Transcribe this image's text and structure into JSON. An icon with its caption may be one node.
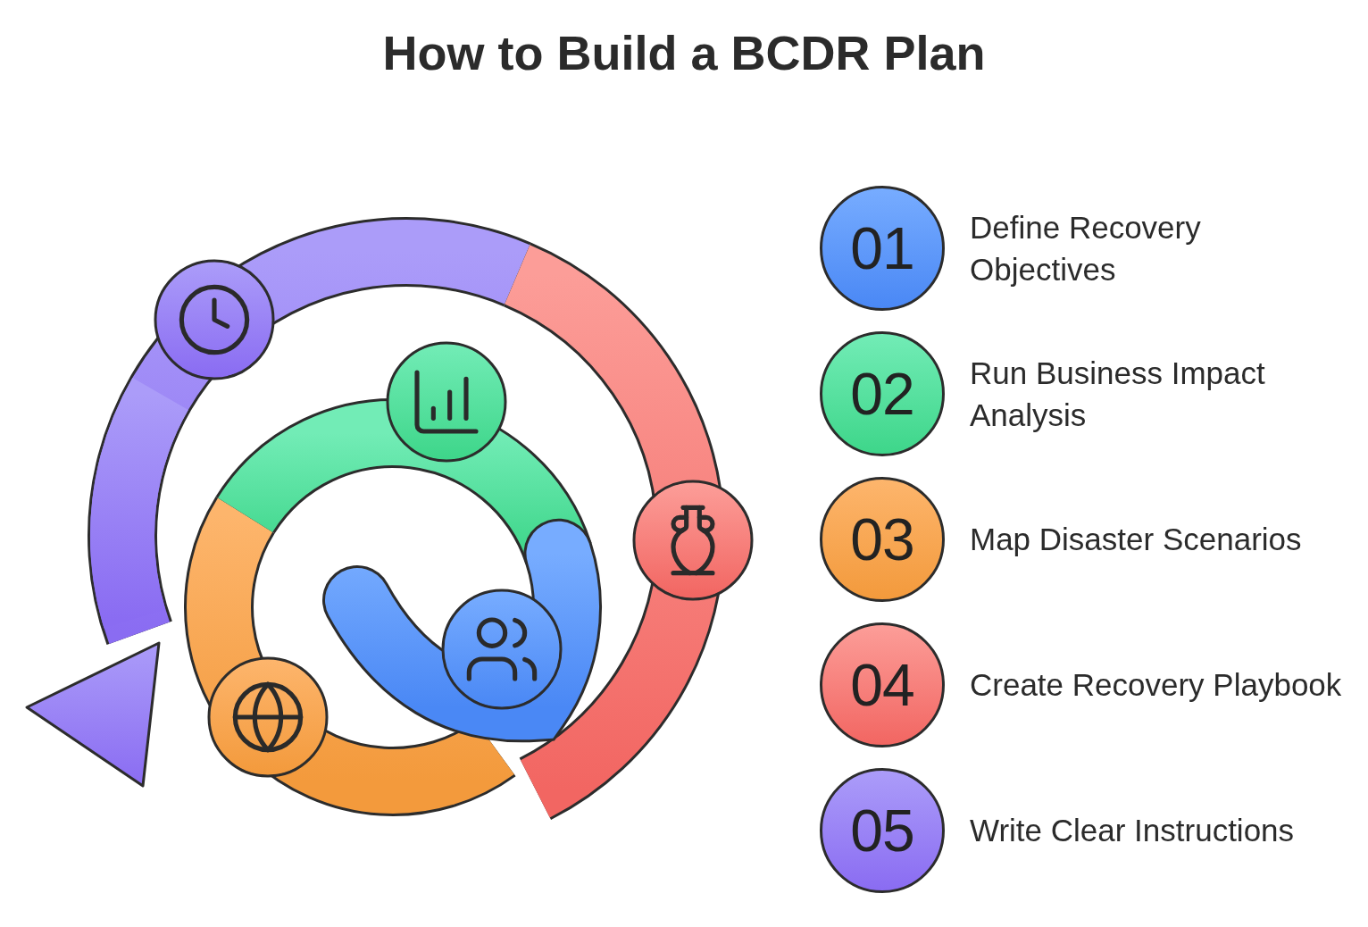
{
  "diagram": {
    "title": "How to Build a BCDR Plan",
    "nodes": [
      {
        "text": [
          "01"
        ],
        "beside": [
          "Define Recovery Objectives"
        ]
      },
      {
        "text": [
          "02"
        ],
        "beside": [
          "Run Business Impact Analysis"
        ]
      },
      {
        "text": [
          "03"
        ],
        "beside": [
          "Map Disaster Scenarios"
        ]
      },
      {
        "text": [
          "04"
        ],
        "beside": [
          "Create Recovery Playbook"
        ]
      },
      {
        "text": [
          "05"
        ],
        "beside": [
          "Write Clear Instructions"
        ]
      }
    ]
  }
}
